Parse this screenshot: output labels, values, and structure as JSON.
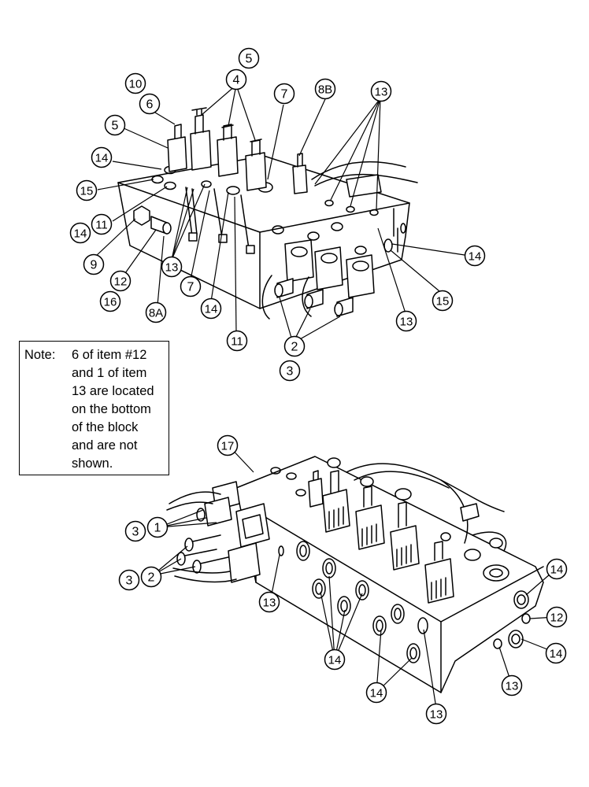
{
  "colors": {
    "line": "#000000",
    "background": "#ffffff"
  },
  "note": {
    "prefix": "Note:",
    "lines": [
      "6 of item #12",
      "and 1 of item",
      "13 are located",
      "on the bottom",
      "of the block",
      "and are not",
      "shown."
    ]
  },
  "callouts": [
    {
      "id": "c-top-5a",
      "label": "5"
    },
    {
      "id": "c-top-4",
      "label": "4"
    },
    {
      "id": "c-top-10",
      "label": "10"
    },
    {
      "id": "c-top-6",
      "label": "6"
    },
    {
      "id": "c-top-5b",
      "label": "5"
    },
    {
      "id": "c-top-7a",
      "label": "7"
    },
    {
      "id": "c-top-8b",
      "label": "8B"
    },
    {
      "id": "c-top-13a",
      "label": "13"
    },
    {
      "id": "c-top-14a",
      "label": "14"
    },
    {
      "id": "c-top-15a",
      "label": "15"
    },
    {
      "id": "c-top-14b",
      "label": "14"
    },
    {
      "id": "c-top-11a",
      "label": "11"
    },
    {
      "id": "c-top-9",
      "label": "9"
    },
    {
      "id": "c-top-12",
      "label": "12"
    },
    {
      "id": "c-top-16",
      "label": "16"
    },
    {
      "id": "c-top-8a",
      "label": "8A"
    },
    {
      "id": "c-top-13b",
      "label": "13"
    },
    {
      "id": "c-top-7b",
      "label": "7"
    },
    {
      "id": "c-top-14c",
      "label": "14"
    },
    {
      "id": "c-top-11b",
      "label": "11"
    },
    {
      "id": "c-top-14d",
      "label": "14"
    },
    {
      "id": "c-top-15b",
      "label": "15"
    },
    {
      "id": "c-top-13c",
      "label": "13"
    },
    {
      "id": "c-top-2",
      "label": "2"
    },
    {
      "id": "c-top-3",
      "label": "3"
    },
    {
      "id": "c-bot-17",
      "label": "17"
    },
    {
      "id": "c-bot-3a",
      "label": "3"
    },
    {
      "id": "c-bot-1",
      "label": "1"
    },
    {
      "id": "c-bot-3b",
      "label": "3"
    },
    {
      "id": "c-bot-2",
      "label": "2"
    },
    {
      "id": "c-bot-13a",
      "label": "13"
    },
    {
      "id": "c-bot-14a",
      "label": "14"
    },
    {
      "id": "c-bot-14b",
      "label": "14"
    },
    {
      "id": "c-bot-13b",
      "label": "13"
    },
    {
      "id": "c-bot-14c",
      "label": "14"
    },
    {
      "id": "c-bot-12",
      "label": "12"
    },
    {
      "id": "c-bot-14d",
      "label": "14"
    },
    {
      "id": "c-bot-13c",
      "label": "13"
    }
  ]
}
